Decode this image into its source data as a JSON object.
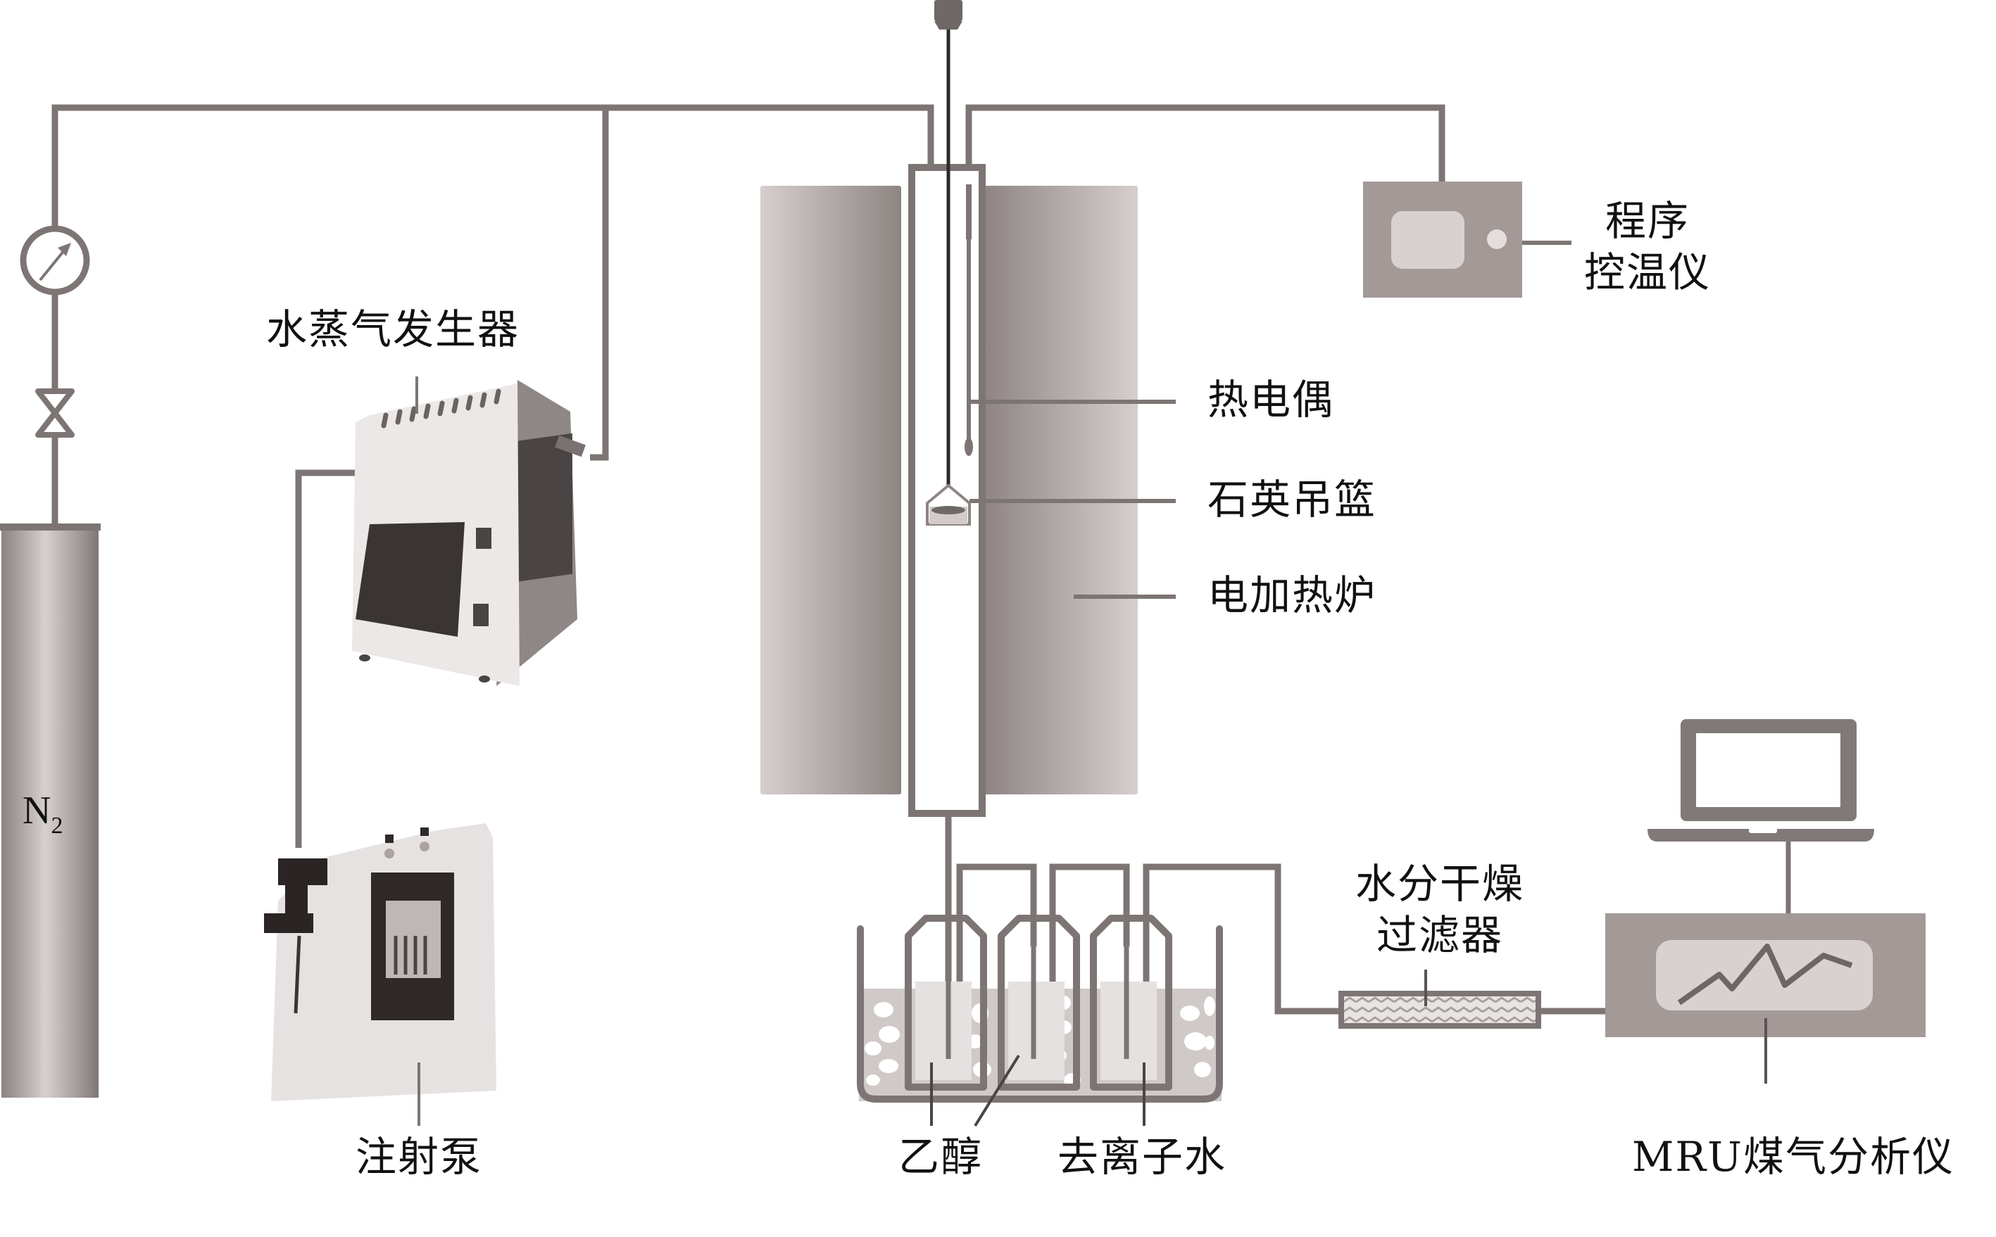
{
  "figure": {
    "type": "experimental-apparatus-schematic",
    "colors": {
      "pipe": "#7d7574",
      "thermocouple": "#3a3433",
      "furnace_dark": "#8e8583",
      "furnace_light": "#d6cfcd",
      "box": "#a39a98",
      "box_screen": "#d8d1cf",
      "bath_fill": "#cfc9c8",
      "device_body": "#e9e6e5",
      "device_dark": "#3a3534",
      "text": "#111111"
    }
  },
  "components": {
    "n2_cylinder": {
      "label_main": "N",
      "label_sub": "2",
      "icon": "gas-cylinder-icon"
    },
    "pressure_gauge": {
      "icon": "pressure-gauge-icon"
    },
    "valve": {
      "icon": "valve-icon"
    },
    "steam_generator": {
      "label": "水蒸气发生器",
      "icon": "steam-generator-icon"
    },
    "syringe_pump": {
      "label": "注射泵",
      "icon": "syringe-pump-icon"
    },
    "thermocouple": {
      "label": "热电偶",
      "icon": "thermocouple-icon"
    },
    "quartz_basket": {
      "label": "石英吊篮",
      "icon": "basket-icon"
    },
    "electric_furnace": {
      "label": "电加热炉",
      "icon": "furnace-icon"
    },
    "temp_controller": {
      "label_line1": "程序",
      "label_line2": "控温仪",
      "icon": "controller-icon"
    },
    "ethanol": {
      "label": "乙醇"
    },
    "deionized_water": {
      "label": "去离子水"
    },
    "absorption_bottles": {
      "count": 3,
      "icon": "impinger-bottle-icon"
    },
    "moisture_filter": {
      "label_line1": "水分干燥",
      "label_line2": "过滤器",
      "icon": "filter-icon"
    },
    "gas_analyzer": {
      "label": "MRU煤气分析仪",
      "icon": "analyzer-icon"
    },
    "computer": {
      "icon": "laptop-icon"
    }
  }
}
